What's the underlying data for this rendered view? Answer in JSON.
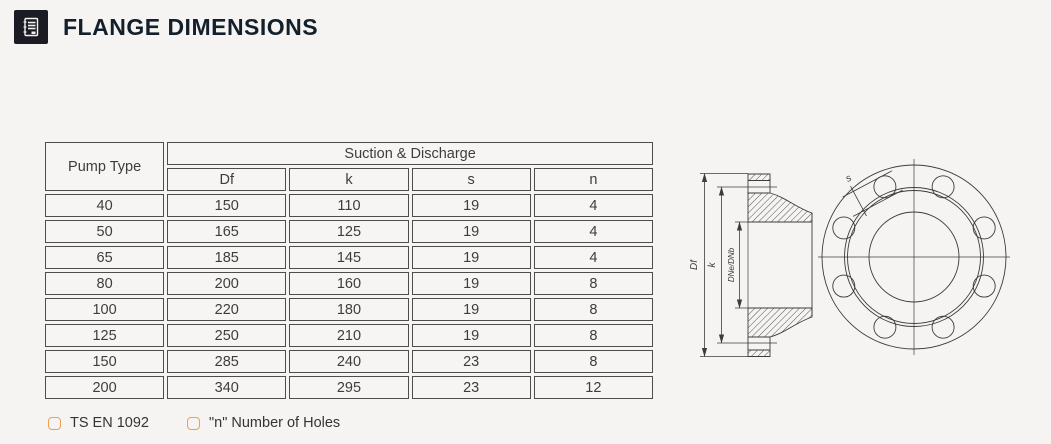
{
  "header": {
    "title": "FLANGE DIMENSIONS",
    "icon": "notebook-icon"
  },
  "table": {
    "pump_type_header": "Pump Type",
    "group_header": "Suction & Discharge",
    "sub_headers": [
      "Df",
      "k",
      "s",
      "n"
    ],
    "rows": [
      [
        "40",
        "150",
        "110",
        "19",
        "4"
      ],
      [
        "50",
        "165",
        "125",
        "19",
        "4"
      ],
      [
        "65",
        "185",
        "145",
        "19",
        "4"
      ],
      [
        "80",
        "200",
        "160",
        "19",
        "8"
      ],
      [
        "100",
        "220",
        "180",
        "19",
        "8"
      ],
      [
        "125",
        "250",
        "210",
        "19",
        "8"
      ],
      [
        "150",
        "285",
        "240",
        "23",
        "8"
      ],
      [
        "200",
        "340",
        "295",
        "23",
        "12"
      ]
    ]
  },
  "footnotes": [
    {
      "label": "TS EN 1092"
    },
    {
      "label": "\"n\" Number of Holes"
    }
  ],
  "diagram": {
    "section_labels": {
      "outer_diameter": "Df",
      "bolt_circle": "k",
      "bore": "DNe/DNb"
    },
    "front_labels": {
      "hole_diameter": "s"
    }
  },
  "colors": {
    "accent_orange": "#eda14f",
    "title_dark": "#13202b",
    "line_gray": "#3c3c3c",
    "background": "#f5f4f2"
  }
}
